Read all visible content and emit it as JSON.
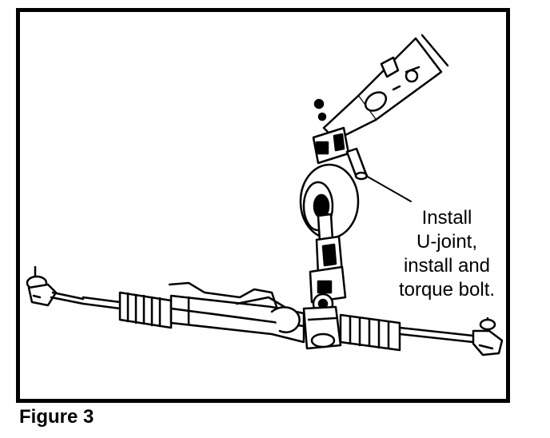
{
  "figure": {
    "caption": "Figure 3",
    "callout_lines": [
      "Install",
      "U-joint,",
      "install and",
      "torque bolt."
    ]
  },
  "colors": {
    "line": "#000000",
    "background": "#ffffff"
  }
}
